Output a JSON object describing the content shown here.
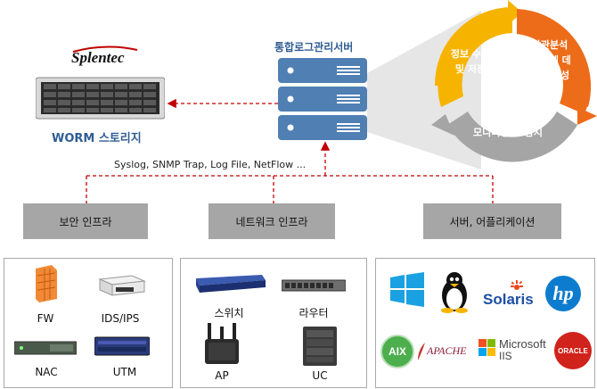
{
  "storage": {
    "brand": "Splentec",
    "label": "WORM 스토리지"
  },
  "server": {
    "title": "통합로그관리서버",
    "protocols": "Syslog, SNMP Trap, Log File, NetFlow ..."
  },
  "cycle": {
    "collect": "정보 수집\n및 저장",
    "analyze": "상관분석\n& 통계 데\n이터 생성",
    "monitor": "모니터링 & 탐지"
  },
  "infra": {
    "security": "보안 인프라",
    "network": "네트워크 인프라",
    "server_app": "서버, 어플리케이션"
  },
  "security_devices": {
    "fw": "FW",
    "ids": "IDS/IPS",
    "nac": "NAC",
    "utm": "UTM"
  },
  "network_devices": {
    "switch": "스위치",
    "router": "라우터",
    "ap": "AP",
    "uc": "UC"
  },
  "logos": {
    "solaris": "Solaris",
    "hp": "hp",
    "aix": "AIX",
    "apache": "APACHE",
    "microsoft": "Microsoft",
    "iis": "IIS",
    "oracle": "ORACLE"
  },
  "colors": {
    "accent_blue": "#2f5d93",
    "server_blue": "#4f7fb3",
    "arrow_red": "#c00000",
    "cycle_yellow": "#f6b400",
    "cycle_orange": "#ed6c1a",
    "cycle_gray": "#a5a5a5",
    "infra_gray": "#a6a6a6"
  }
}
